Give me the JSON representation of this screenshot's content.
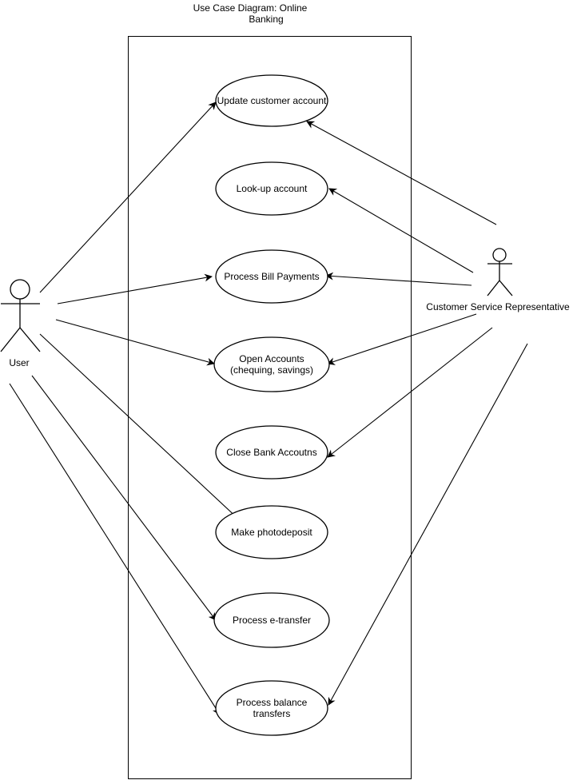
{
  "title": [
    "Use Case Diagram: Online",
    "Banking"
  ],
  "actors": {
    "user": {
      "label": "User"
    },
    "csr": {
      "label": "Customer Service Representative"
    }
  },
  "use_cases": [
    {
      "id": "update",
      "lines": [
        "Update customer account"
      ]
    },
    {
      "id": "lookup",
      "lines": [
        "Look-up account"
      ]
    },
    {
      "id": "bills",
      "lines": [
        "Process Bill Payments"
      ]
    },
    {
      "id": "open",
      "lines": [
        "Open Accounts",
        "(chequing, savings)"
      ]
    },
    {
      "id": "close",
      "lines": [
        "Close Bank Accoutns"
      ]
    },
    {
      "id": "photo",
      "lines": [
        "Make photodeposit"
      ]
    },
    {
      "id": "etransfer",
      "lines": [
        "Process e-transfer"
      ]
    },
    {
      "id": "balance",
      "lines": [
        "Process balance",
        "transfers"
      ]
    }
  ],
  "associations": [
    {
      "from": "user",
      "to": "update"
    },
    {
      "from": "user",
      "to": "bills"
    },
    {
      "from": "user",
      "to": "open"
    },
    {
      "from": "user",
      "to": "photo"
    },
    {
      "from": "user",
      "to": "etransfer"
    },
    {
      "from": "user",
      "to": "balance"
    },
    {
      "from": "csr",
      "to": "update"
    },
    {
      "from": "csr",
      "to": "lookup"
    },
    {
      "from": "csr",
      "to": "bills"
    },
    {
      "from": "csr",
      "to": "open"
    },
    {
      "from": "csr",
      "to": "close"
    },
    {
      "from": "csr",
      "to": "balance"
    }
  ]
}
